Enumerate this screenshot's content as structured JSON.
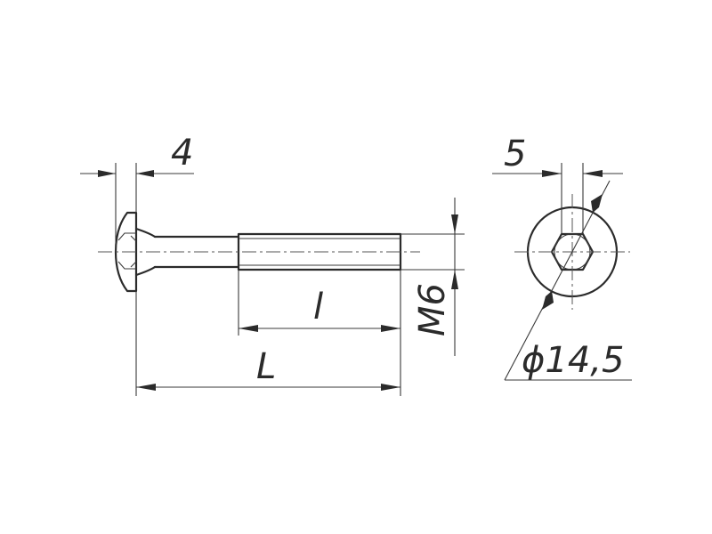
{
  "dimensions": {
    "head_height": "4",
    "hex_socket": "5",
    "thread_length": "l",
    "total_length": "L",
    "thread": "M6",
    "head_diameter": "ϕ14,5"
  }
}
